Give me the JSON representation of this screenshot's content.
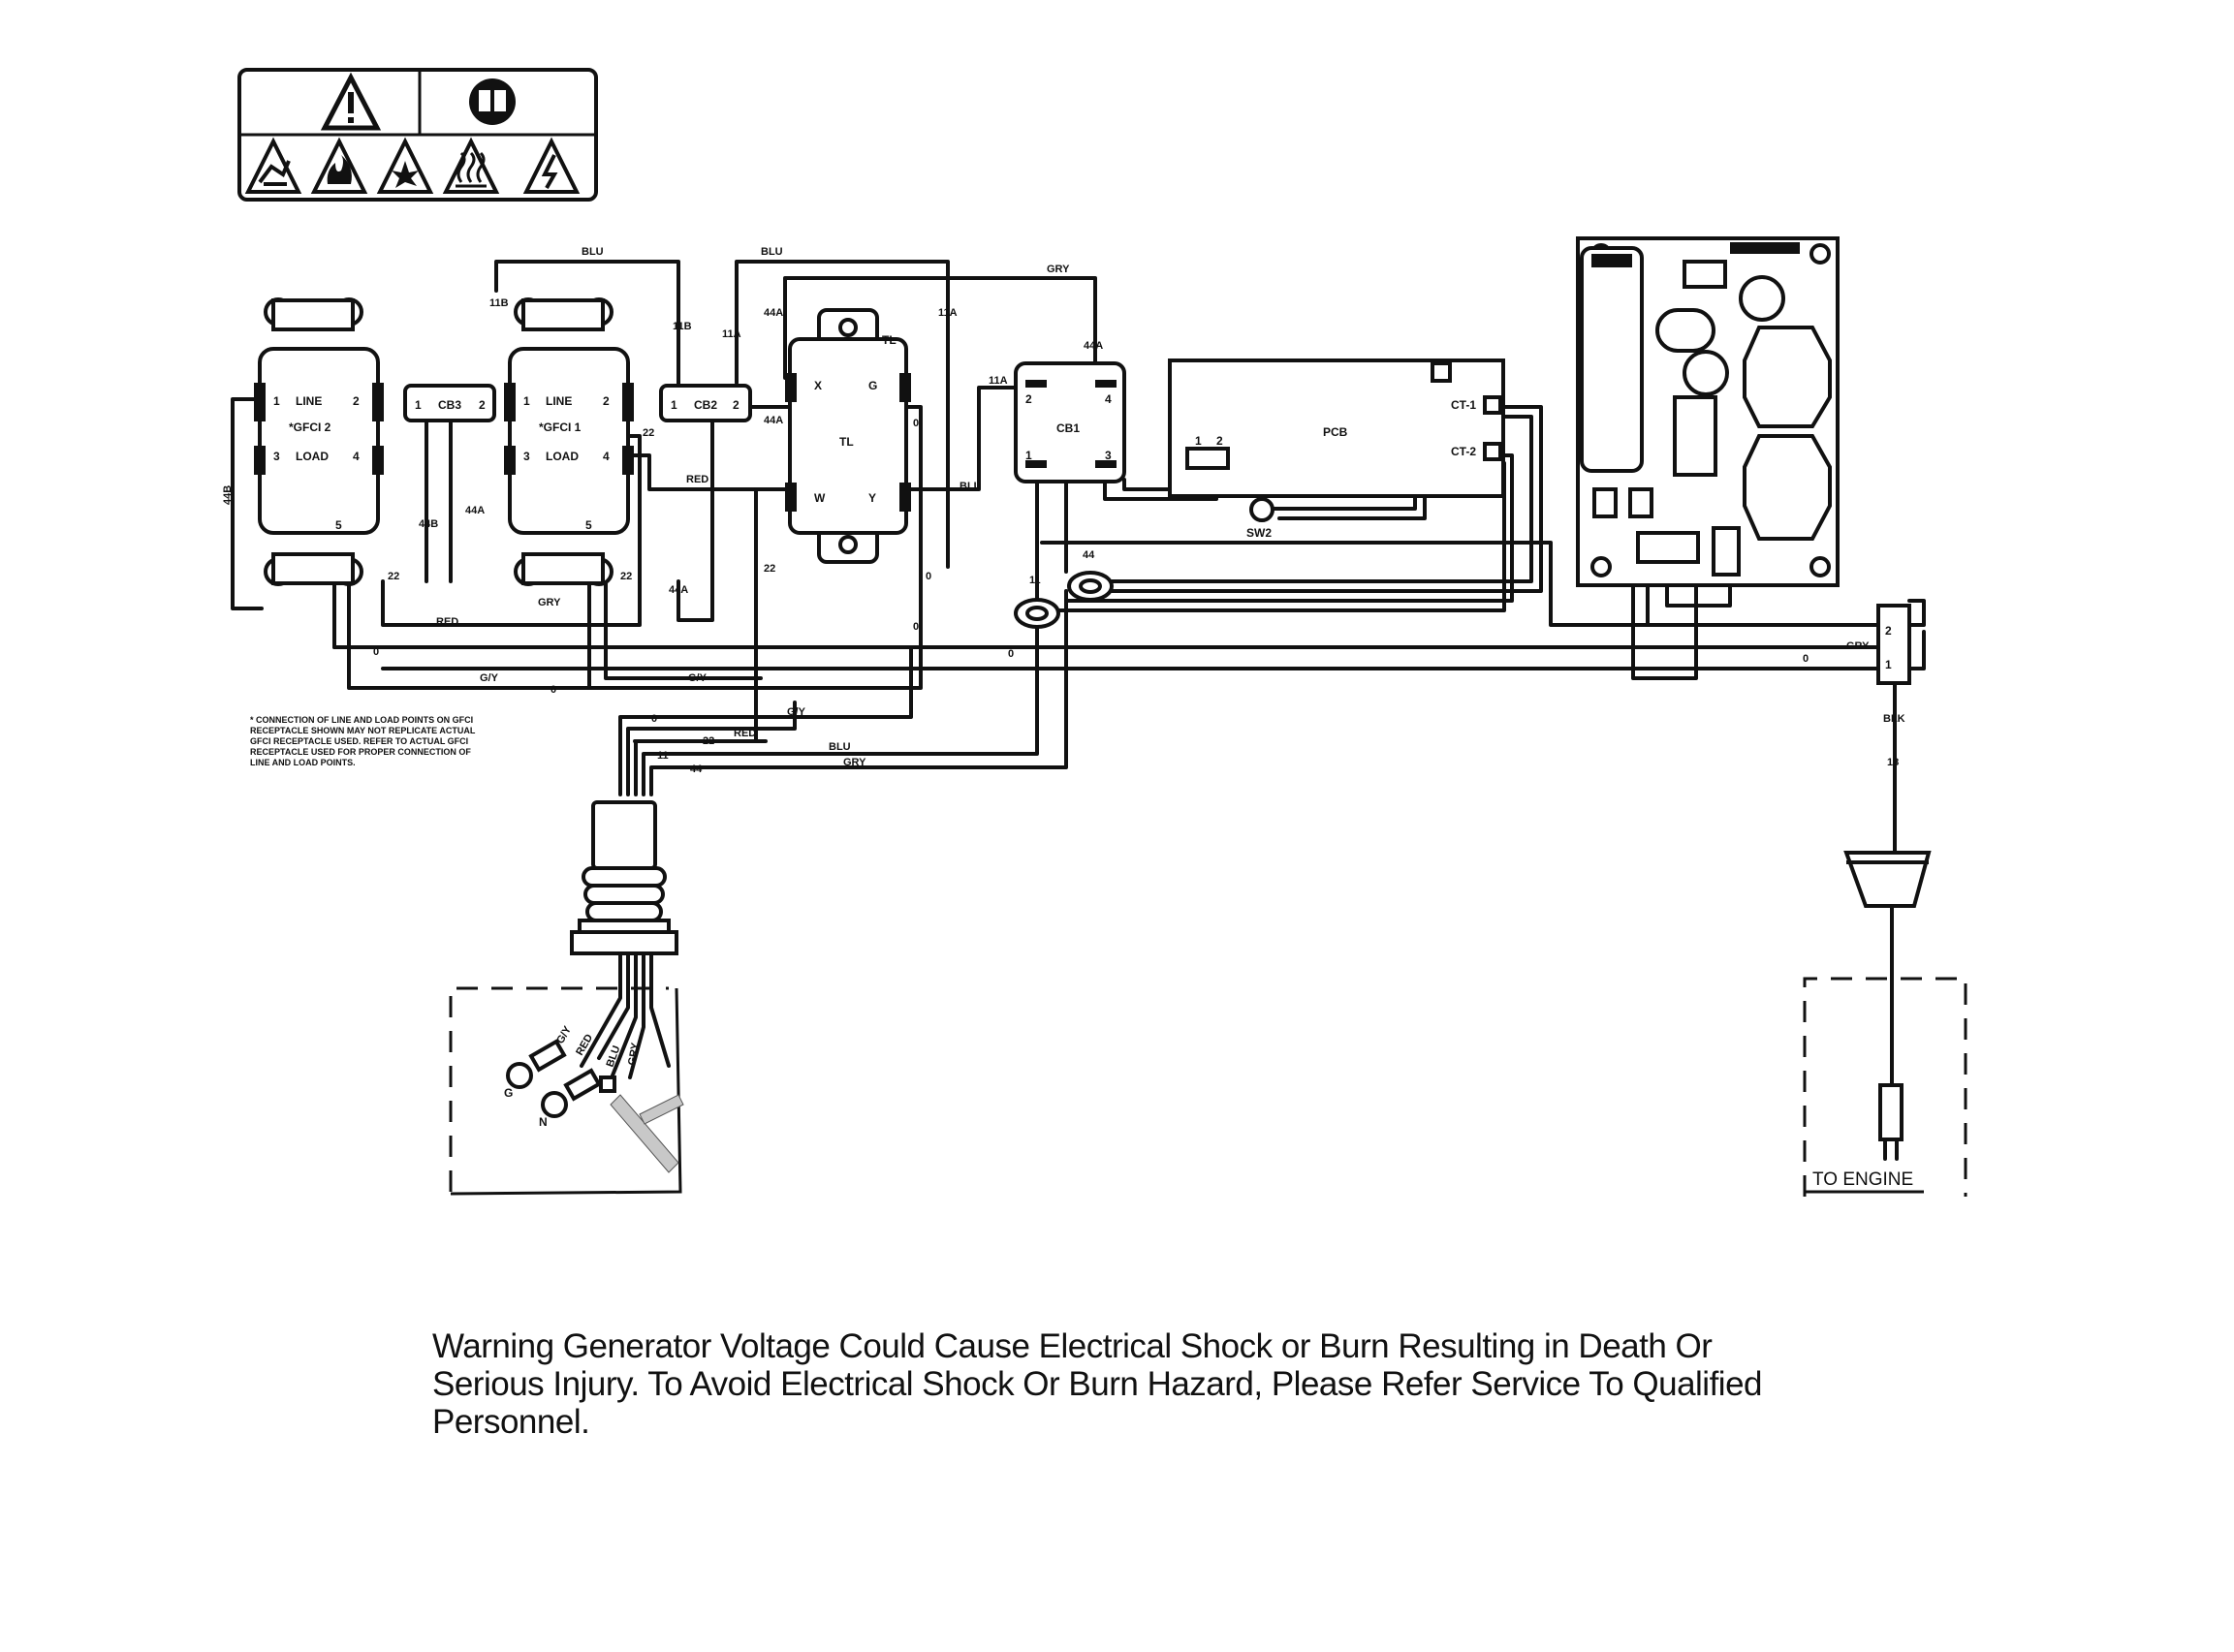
{
  "labels": {
    "gfci2": "*GFCI 2",
    "gfci1": "*GFCI 1",
    "line": "LINE",
    "load": "LOAD",
    "cb3": "CB3",
    "cb2": "CB2",
    "cb1": "CB1",
    "tl": "TL",
    "pcb": "PCB",
    "sw2": "SW2",
    "ct1": "CT-1",
    "ct2": "CT-2",
    "to_engine": "TO ENGINE",
    "gfci_term": {
      "t1": "1",
      "t2": "2",
      "t3": "3",
      "t4": "4",
      "t5": "5"
    },
    "tl_term": {
      "x": "X",
      "g": "G",
      "w": "W",
      "y": "Y"
    },
    "cb_term": {
      "t1": "1",
      "t2": "2",
      "t3": "3",
      "t4": "4"
    },
    "conn_term": {
      "t1": "1",
      "t2": "2"
    },
    "lugs": {
      "g": "G",
      "n": "N"
    }
  },
  "wires": {
    "w44b": "44B",
    "w44a": "44A",
    "w11b": "11B",
    "w11a": "11A",
    "w22": "22",
    "w0": "0",
    "w11": "11",
    "w44": "44",
    "w18": "18",
    "blu": "BLU",
    "gry": "GRY",
    "red": "RED",
    "gy": "G/Y",
    "blk": "BLK"
  },
  "note": "* CONNECTION OF LINE AND LOAD POINTS ON GFCI RECEPTACLE SHOWN MAY NOT REPLICATE ACTUAL GFCI RECEPTACLE USED. REFER TO ACTUAL GFCI RECEPTACLE USED FOR PROPER CONNECTION OF LINE AND LOAD POINTS.",
  "warning": "Warning  Generator Voltage Could Cause Electrical Shock or Burn Resulting in Death Or Serious Injury. To Avoid Electrical Shock Or Burn Hazard, Please Refer Service To Qualified Personnel.",
  "icons": [
    "general-warning-icon",
    "read-manual-icon",
    "hand-injury-icon",
    "fire-hazard-icon",
    "explosion-icon",
    "hot-surface-icon",
    "electric-shock-icon"
  ]
}
